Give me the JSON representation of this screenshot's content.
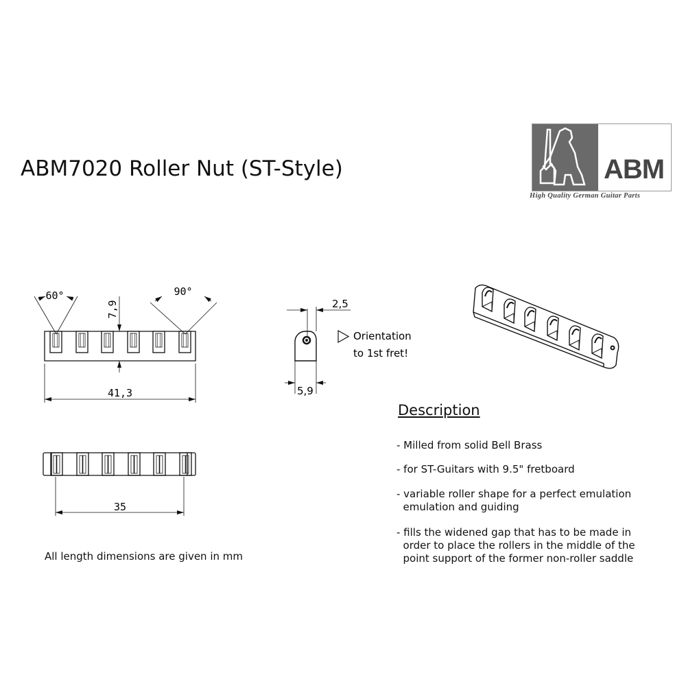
{
  "title": "ABM7020 Roller Nut (ST-Style)",
  "logo": {
    "brand": "ABM",
    "tagline": "High Quality German Guitar Parts"
  },
  "front_view": {
    "angle_left": "60°",
    "angle_right": "90°",
    "height": "7,9",
    "length": "41,3"
  },
  "top_view": {
    "string_spread": "35"
  },
  "side_view": {
    "offset": "2,5",
    "width": "5,9",
    "orientation_line1": "Orientation",
    "orientation_line2": "to 1st fret!"
  },
  "description": {
    "heading": "Description",
    "items": [
      [
        "- Milled from solid Bell Brass"
      ],
      [
        "- for ST-Guitars with 9.5\" fretboard"
      ],
      [
        "- variable roller shape for a perfect emulation",
        "  emulation and guiding"
      ],
      [
        "- fills the widened gap that has to be made in",
        "  order to place the rollers in the middle of the",
        "  point support of the former non-roller saddle"
      ]
    ]
  },
  "note": "All length dimensions are given in mm"
}
